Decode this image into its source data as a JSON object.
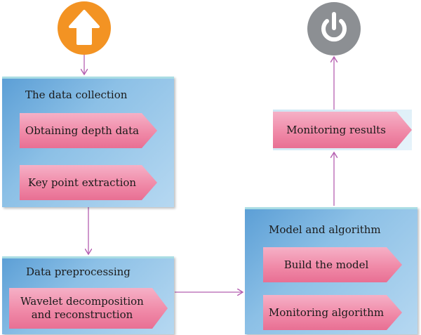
{
  "panels": {
    "collection": {
      "title": "The data collection",
      "steps": [
        "Obtaining depth data",
        "Key point extraction"
      ]
    },
    "preprocessing": {
      "title": "Data preprocessing",
      "steps": [
        "Wavelet decomposition\nand reconstruction"
      ]
    },
    "model": {
      "title": "Model and algorithm",
      "steps": [
        "Build the model",
        "Monitoring algorithm"
      ]
    },
    "results": {
      "label": "Monitoring results"
    }
  },
  "icons": {
    "start": "up-arrow-icon",
    "end": "power-icon"
  },
  "colors": {
    "start_circle": "#f39323",
    "end_circle": "#8c8f93",
    "connector": "#b55fb0",
    "panel_blue": "#7fb6e3",
    "step_pink": "#ef86a6"
  }
}
